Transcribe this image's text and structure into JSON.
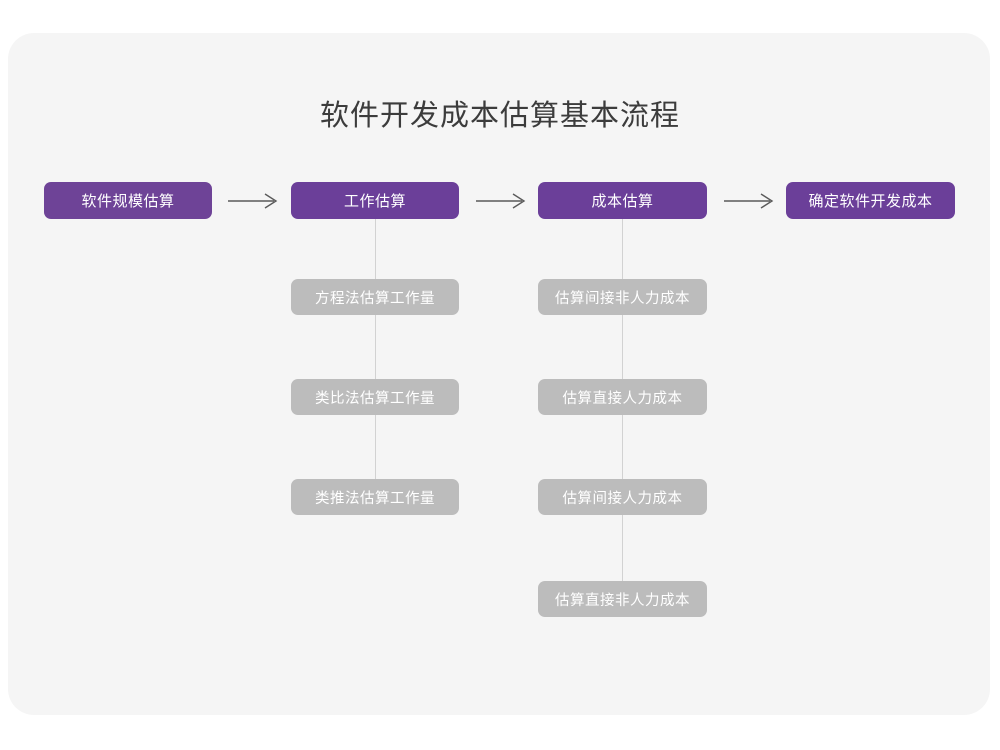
{
  "page": {
    "title": "软件开发成本估算基本流程",
    "card_background": "#f5f5f5",
    "outer_background": "#ffffff"
  },
  "colors": {
    "primary": "#6b3f99",
    "primary_soft": "#6e4397",
    "sub": "#bcbcbc",
    "connector": "#d2d2d2",
    "arrow": "#5a5a5a",
    "title_text": "#3c3c3c"
  },
  "flow": {
    "main_steps": [
      {
        "label": "软件规模估算"
      },
      {
        "label": "工作估算"
      },
      {
        "label": "成本估算"
      },
      {
        "label": "确定软件开发成本"
      }
    ],
    "arrows": [
      {
        "name": "arrow-step-1-to-2"
      },
      {
        "name": "arrow-step-2-to-3"
      },
      {
        "name": "arrow-step-3-to-4"
      }
    ],
    "branches": [
      {
        "parent": "工作估算",
        "items": [
          {
            "label": "方程法估算工作量"
          },
          {
            "label": "类比法估算工作量"
          },
          {
            "label": "类推法估算工作量"
          }
        ]
      },
      {
        "parent": "成本估算",
        "items": [
          {
            "label": "估算间接非人力成本"
          },
          {
            "label": "估算直接人力成本"
          },
          {
            "label": "估算间接人力成本"
          },
          {
            "label": "估算直接非人力成本"
          }
        ]
      }
    ]
  }
}
